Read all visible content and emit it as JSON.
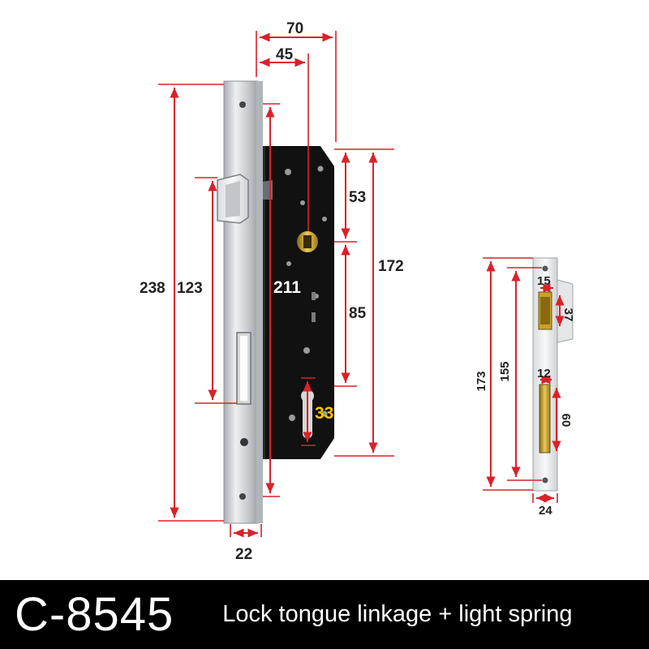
{
  "product": {
    "model_code": "C-8545",
    "feature_text": "Lock tongue linkage + light spring"
  },
  "lock_body_dimensions": {
    "total_length": "238",
    "latch_to_keyhole": "123",
    "faceplate_length": "211",
    "overall_width": "70",
    "backset": "45",
    "case_height": "172",
    "top_to_spindle": "53",
    "spindle_to_cylinder": "85",
    "cylinder_size": "33",
    "faceplate_width": "22"
  },
  "strike_plate_dimensions": {
    "total_length": "173",
    "hole_spacing": "155",
    "latch_slot_width": "15",
    "latch_slot_height": "37",
    "bolt_slot_width": "12",
    "bolt_slot_height": "60",
    "plate_width": "24"
  },
  "colors": {
    "dimension_line": "#d9222a",
    "lock_case": "#111111",
    "faceplate": "#c9ccd0",
    "brass": "#c9a227",
    "caption_bar": "#000000"
  },
  "icons": [
    "mortise-lock-body",
    "strike-plate"
  ]
}
